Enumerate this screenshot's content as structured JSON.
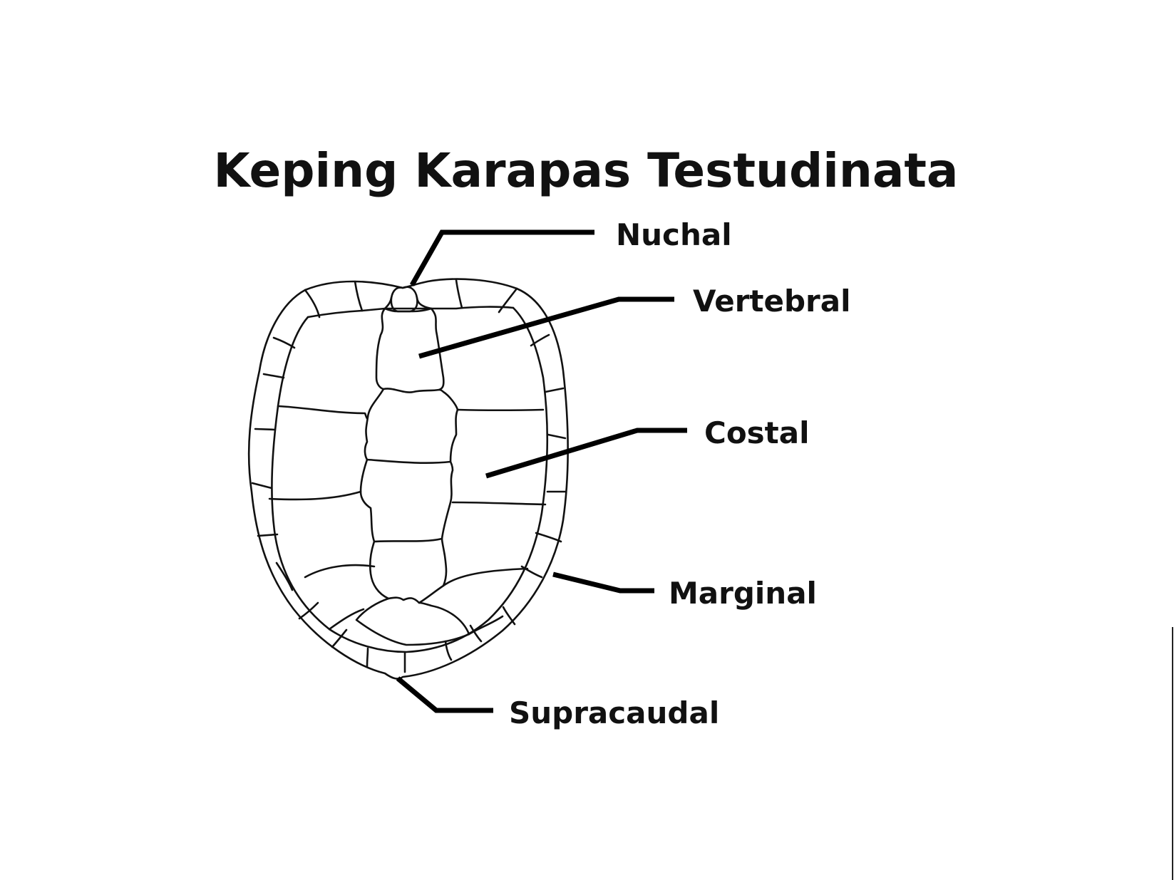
{
  "title": "Keping Karapas Testudinata",
  "labels": {
    "nuchal": "Nuchal",
    "vertebral": "Vertebral",
    "costal": "Costal",
    "marginal": "Marginal",
    "supracaudal": "Supracaudal"
  },
  "colors": {
    "ink": "#111111",
    "background": "#ffffff"
  }
}
